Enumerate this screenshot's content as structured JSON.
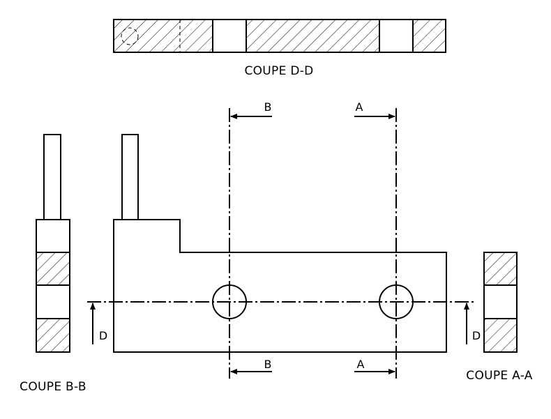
{
  "sections": {
    "dd": {
      "caption": "COUPE D-D"
    },
    "bb": {
      "caption": "COUPE B-B"
    },
    "aa": {
      "caption": "COUPE A-A"
    }
  },
  "cut_marks": {
    "b_top": "B",
    "a_top": "A",
    "b_bottom": "B",
    "a_bottom": "A",
    "d_left": "D",
    "d_right": "D"
  }
}
